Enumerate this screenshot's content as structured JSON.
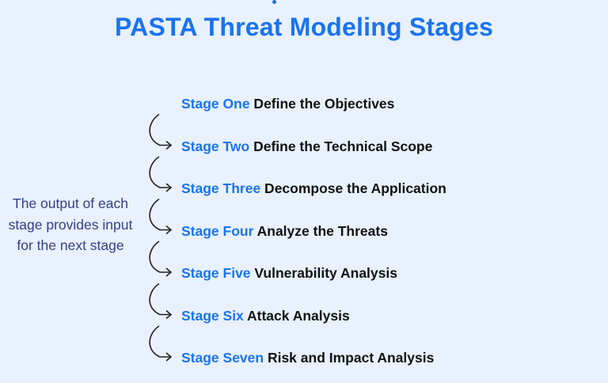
{
  "title": "PASTA Threat Modeling Stages",
  "note": "The output of each stage provides input for the next stage",
  "colors": {
    "accent": "#1a73f0",
    "background": "#e8f1fd",
    "note": "#33408a",
    "text": "#111111"
  },
  "stages": [
    {
      "label": "Stage One",
      "description": "Define the Objectives"
    },
    {
      "label": "Stage Two",
      "description": "Define the Technical Scope"
    },
    {
      "label": "Stage Three",
      "description": "Decompose the Application"
    },
    {
      "label": "Stage Four",
      "description": "Analyze the Threats"
    },
    {
      "label": "Stage Five",
      "description": "Vulnerability Analysis"
    },
    {
      "label": "Stage Six",
      "description": "Attack Analysis"
    },
    {
      "label": "Stage Seven",
      "description": "Risk and Impact Analysis"
    }
  ]
}
